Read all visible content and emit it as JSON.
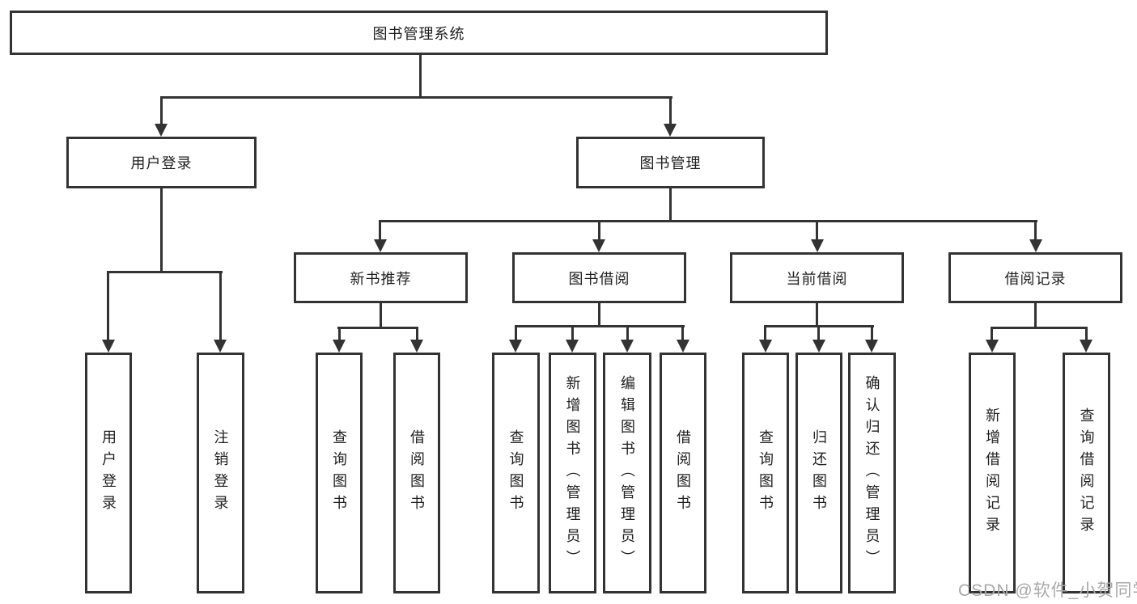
{
  "diagram": {
    "root": {
      "label": "图书管理系统"
    },
    "branches": {
      "user_login": {
        "label": "用户登录"
      },
      "book_management": {
        "label": "图书管理"
      }
    },
    "modules": {
      "new_book_recommend": {
        "label": "新书推荐"
      },
      "book_borrow": {
        "label": "图书借阅"
      },
      "current_borrow": {
        "label": "当前借阅"
      },
      "borrow_records": {
        "label": "借阅记录"
      }
    },
    "leaves": {
      "user_login": {
        "label": "用户登录"
      },
      "logout": {
        "label": "注销登录"
      },
      "nb_query_books": {
        "label": "查询图书"
      },
      "nb_borrow_books": {
        "label": "借阅图书"
      },
      "bb_query_books": {
        "label": "查询图书"
      },
      "bb_add_books": {
        "label": "新增图书（管理员）"
      },
      "bb_edit_books": {
        "label": "编辑图书（管理员）"
      },
      "bb_borrow_books": {
        "label": "借阅图书"
      },
      "cb_query_books": {
        "label": "查询图书"
      },
      "cb_return_books": {
        "label": "归还图书"
      },
      "cb_confirm_return": {
        "label": "确认归还（管理员）"
      },
      "br_add_record": {
        "label": "新增借阅记录"
      },
      "br_query_record": {
        "label": "查询借阅记录"
      }
    }
  },
  "watermark": {
    "text": "CSDN @软件_小贺同学"
  },
  "colors": {
    "line": "#333333",
    "box_border": "#333333",
    "box_fill": "#ffffff",
    "text": "#1f1f1f",
    "watermark": "#a8a8a8",
    "background": "#ffffff"
  }
}
